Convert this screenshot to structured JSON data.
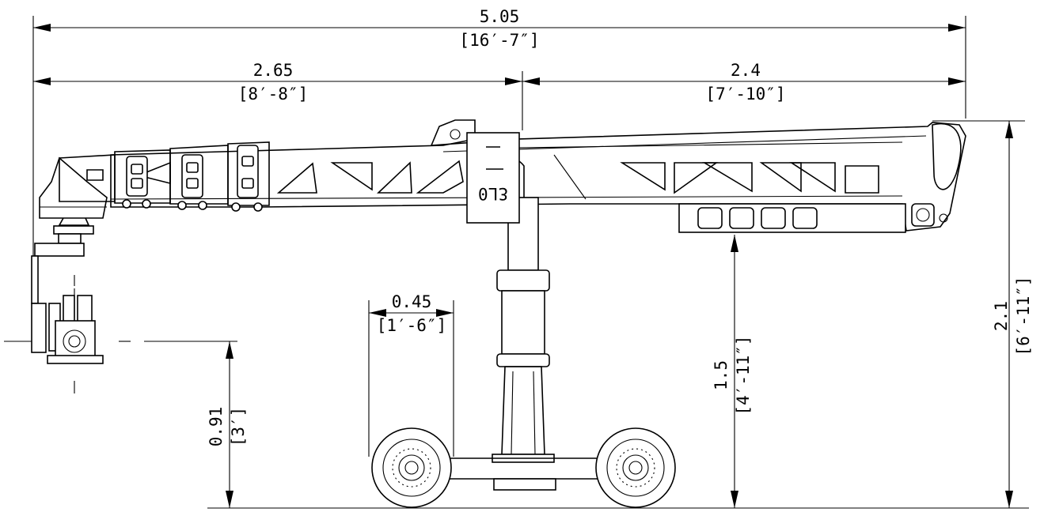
{
  "drawing": {
    "overall_length": {
      "value": "5.05",
      "imperial": "[16′-7″]"
    },
    "rear_length": {
      "value": "2.65",
      "imperial": "[8′-8″]"
    },
    "front_length": {
      "value": "2.4",
      "imperial": "[7′-10″]"
    },
    "wheel_track": {
      "value": "0.45",
      "imperial": "[1′-6″]"
    },
    "lens_height": {
      "value": "0.91",
      "imperial": "[3′]"
    },
    "arm_clearance": {
      "value": "1.5",
      "imperial": "[4′-11″]"
    },
    "overall_height": {
      "value": "2.1",
      "imperial": "[6′-11″]"
    },
    "plate_label": "ƐL0"
  }
}
